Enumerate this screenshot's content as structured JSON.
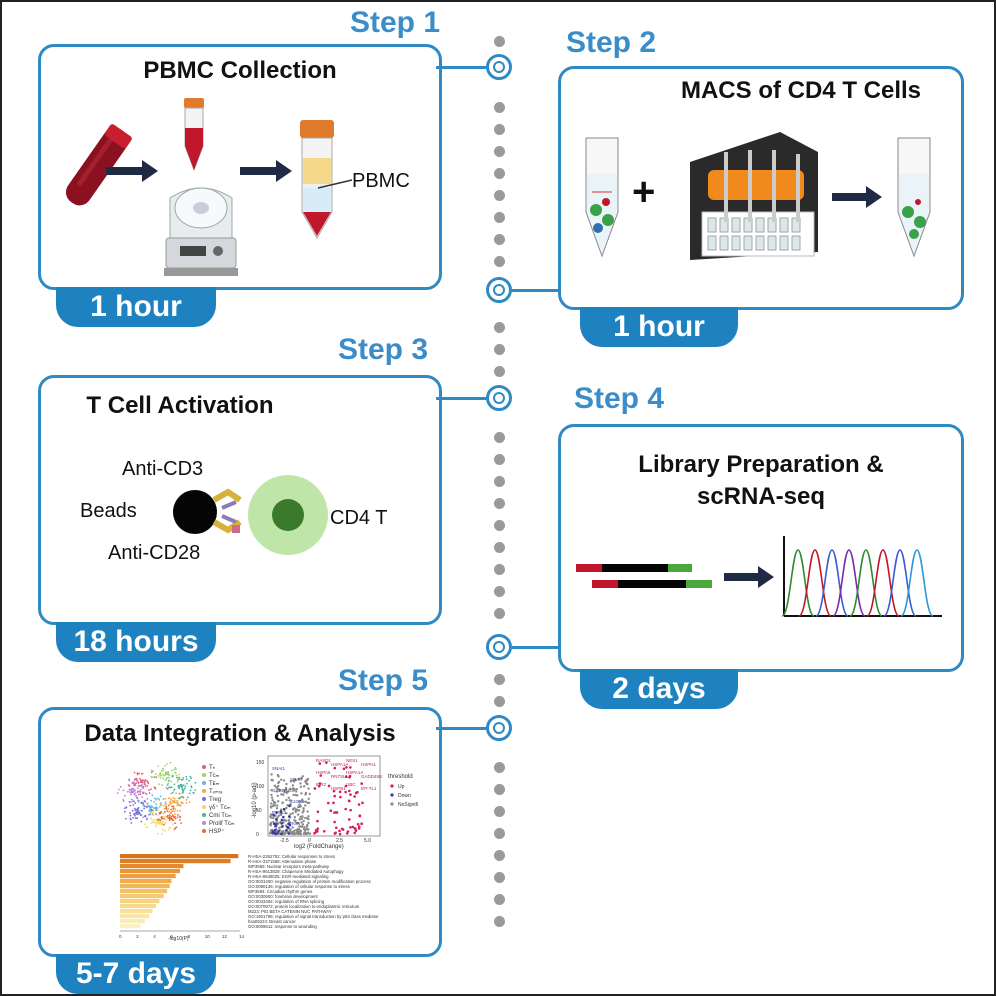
{
  "steps": {
    "s1": {
      "step_label": "Step 1",
      "title": "PBMC Collection",
      "duration": "1 hour",
      "pbmc_label": "PBMC"
    },
    "s2": {
      "step_label": "Step 2",
      "title": "MACS of CD4 T Cells",
      "duration": "1 hour",
      "plus": "+"
    },
    "s3": {
      "step_label": "Step 3",
      "title": "T Cell Activation",
      "duration": "18 hours",
      "anti_cd3": "Anti-CD3",
      "beads": "Beads",
      "anti_cd28": "Anti-CD28",
      "cd4t": "CD4 T"
    },
    "s4": {
      "step_label": "Step 4",
      "title_line1": "Library Preparation &",
      "title_line2": "scRNA-seq",
      "duration": "2 days"
    },
    "s5": {
      "step_label": "Step 5",
      "title": "Data Integration & Analysis",
      "duration": "5-7 days"
    }
  },
  "umap_legend": [
    "Tₙ",
    "Tᴄₘ",
    "Tᴇₘ",
    "Tₑₘᵣₐ",
    "Treg",
    "γδ⁺ Tᴄₘ",
    "Cmi Tᴄₘ",
    "Prolif Tᴄₘ",
    "HSP⁺"
  ],
  "volcano": {
    "ylabel": "-log10 (p-adj)",
    "xlabel": "log2 (FoldChange)",
    "yticks": [
      "150",
      "100",
      "50",
      "0"
    ],
    "xticks": [
      "-2.5",
      "0",
      "2.5",
      "5.0"
    ],
    "legend_title": "threshold",
    "legend_items": [
      "Up",
      "Down",
      "NoSignifi"
    ],
    "genes_up": [
      "RASD1",
      "HSPA1A",
      "NES1",
      "HSPH1",
      "HSPA6",
      "RN7SL1",
      "HSPA1A",
      "GADD45B",
      "IER2",
      "HSPB1",
      "UBC",
      "MT-TL1"
    ],
    "genes_down": [
      "SNAI1",
      "SNAIF",
      "GADD45G",
      "S100B",
      "P1NE1",
      "RGN"
    ]
  },
  "enrichment": {
    "xlabel": "-log10(P)",
    "xticks": [
      "0",
      "2",
      "4",
      "6",
      "8",
      "10",
      "12",
      "14"
    ],
    "terms": [
      "R-HSA-2262752: Cellular responses to stress",
      "R-HSA-3371568: Attenuation phase",
      "WP3965: Nuclear receptors meta-pathway",
      "R-HSA-9613829: Chaperone Mediated Autophagy",
      "R-HSA-9648025: EGR-mediated signaling",
      "GO:0031400: negative regulation of protein modification process",
      "GO:0080135: regulation of cellular response to stress",
      "WP3594: Circadian rhythm genes",
      "GO:0030900: forebrain development",
      "GO:0043484: regulation of RNA splicing",
      "GO:0070972: protein localization to endoplasmic reticulum",
      "M223: PID BETA CATENIN NUC PATHWAY",
      "GO:1901796: regulation of signal transduction by p53 class mediator",
      "hsa05224: Breast cancer",
      "GO:0009611: response to wounding"
    ],
    "values": [
      13.8,
      12.9,
      7.4,
      7.0,
      6.5,
      6.0,
      5.8,
      5.5,
      5.1,
      4.6,
      4.2,
      3.8,
      3.4,
      2.9,
      2.4
    ]
  },
  "colors": {
    "accent": "#2f8ac4",
    "tab": "#1d82bf",
    "step_text": "#3a8dc8",
    "timeline_dots": "#9a9a9a",
    "arrow": "#1f2a44"
  }
}
